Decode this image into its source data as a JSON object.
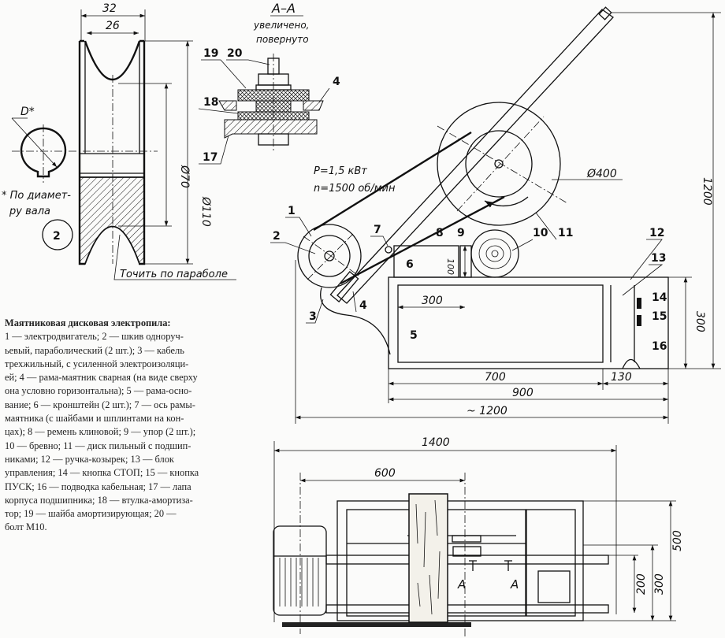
{
  "pulley_detail": {
    "dim_outer_width": "32",
    "dim_groove_width": "26",
    "dim_inner_diameter": "Ø70",
    "dim_outer_diameter": "Ø110",
    "bore_label": "D*",
    "bore_note_line1": "* По диамет-",
    "bore_note_line2": "ру вала",
    "detail_number": "2",
    "machining_note": "Точить по параболе"
  },
  "section_aa": {
    "title": "A–A",
    "subtitle_line1": "увеличено,",
    "subtitle_line2": "повернуто",
    "labels": [
      "19",
      "20",
      "4",
      "18",
      "17"
    ]
  },
  "side_view": {
    "motor_power": "P=1,5 кВт",
    "motor_speed": "n=1500 об/мин",
    "disc_diameter": "Ø400",
    "dim_height": "1200",
    "labels": {
      "p1": "1",
      "p2": "2",
      "p3": "3",
      "p4": "4",
      "p5": "5",
      "p6": "6",
      "p7": "7",
      "p8": "8",
      "p9": "9",
      "p10": "10",
      "p11": "11",
      "p12": "12",
      "p13": "13",
      "p14": "14",
      "p15": "15",
      "p16": "16"
    },
    "dim_bracket_height": "100",
    "dim_bracket_length": "300",
    "dim_frame_height": "300",
    "dim_700": "700",
    "dim_130": "130",
    "dim_900": "900",
    "dim_total": "~ 1200"
  },
  "top_view": {
    "dim_total_length": "1400",
    "dim_motor_to_disc": "600",
    "dim_500": "500",
    "dim_300": "300",
    "dim_200": "200",
    "section_mark_left": "A",
    "section_mark_right": "A"
  },
  "caption": {
    "title": "Маятниковая дисковая электропила:",
    "lines": [
      "1 — электродвигатель; 2 — шкив одноруч-",
      "ьевый, параболический (2 шт.); 3 — кабель",
      "трехжильный, с усиленной электроизоляци-",
      "ей; 4 — рама-маятник сварная (на виде сверху",
      "она условно горизонтальна); 5 — рама-осно-",
      "вание; 6 — кронштейн (2 шт.); 7 — ось рамы-",
      "маятника (с шайбами и шплинтами на кон-",
      "цах); 8 — ремень клиновой; 9 — упор (2 шт.);",
      "10 — бревно; 11 — диск пильный с подшип-",
      "никами; 12 — ручка-козырек; 13 — блок",
      "управления; 14 — кнопка СТОП; 15 — кнопка",
      "ПУСК; 16 — подводка кабельная; 17 — лапа",
      "корпуса подшипника; 18 — втулка-амортиза-",
      "тор; 19 — шайба амортизирующая; 20 —",
      "болт М10."
    ]
  }
}
